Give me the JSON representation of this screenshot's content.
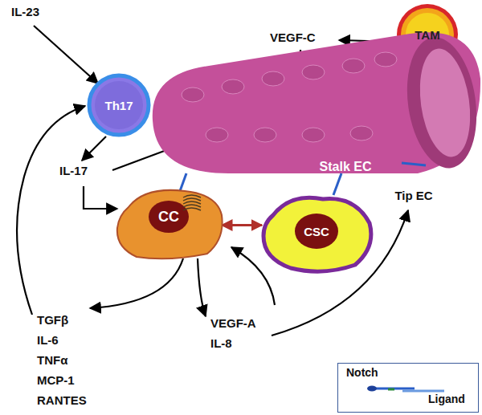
{
  "diagram": {
    "nodes": [
      {
        "text": [
          "Th17"
        ]
      },
      {
        "text": [
          "TAM"
        ]
      },
      {
        "text": [
          "Stalk EC",
          "Tip EC"
        ]
      },
      {
        "text": [
          "CC"
        ]
      },
      {
        "text": [
          "CSC"
        ]
      }
    ],
    "edges": [
      {
        "from": 3,
        "to": 4,
        "arrow": "both"
      }
    ],
    "labels": [
      "IL-23",
      "VEGF-C",
      "IL-17",
      "TGFβ",
      "IL-6",
      "TNFα",
      "MCP-1",
      "RANTES",
      "VEGF-A",
      "IL-8"
    ],
    "legend": [
      {
        "text": "Notch"
      },
      {
        "text": "Ligand"
      }
    ]
  }
}
